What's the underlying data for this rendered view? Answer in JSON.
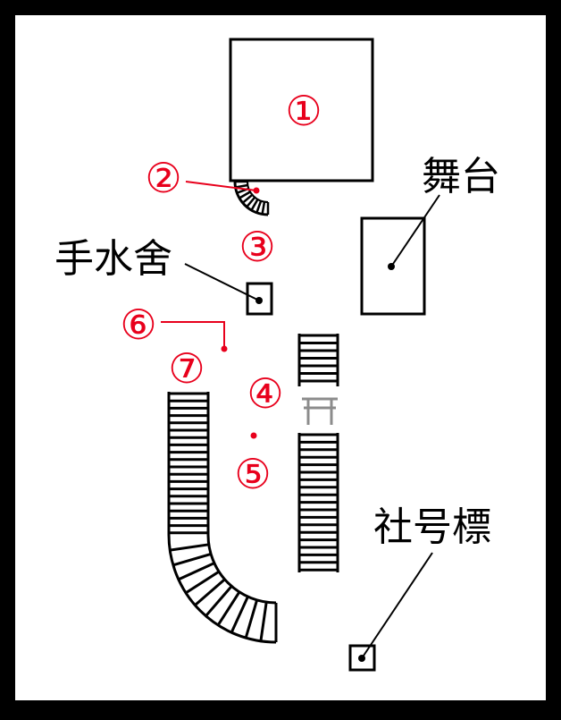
{
  "colors": {
    "frame": "#000000",
    "paper": "#ffffff",
    "line": "#000000",
    "marker": "#e8001c",
    "torii": "#8c8c8c"
  },
  "numbers": [
    "①",
    "②",
    "③",
    "④",
    "⑤",
    "⑥",
    "⑦"
  ],
  "labels": {
    "stage": "舞台",
    "temizuya": "手水舍",
    "shagohyo": "社号標"
  }
}
